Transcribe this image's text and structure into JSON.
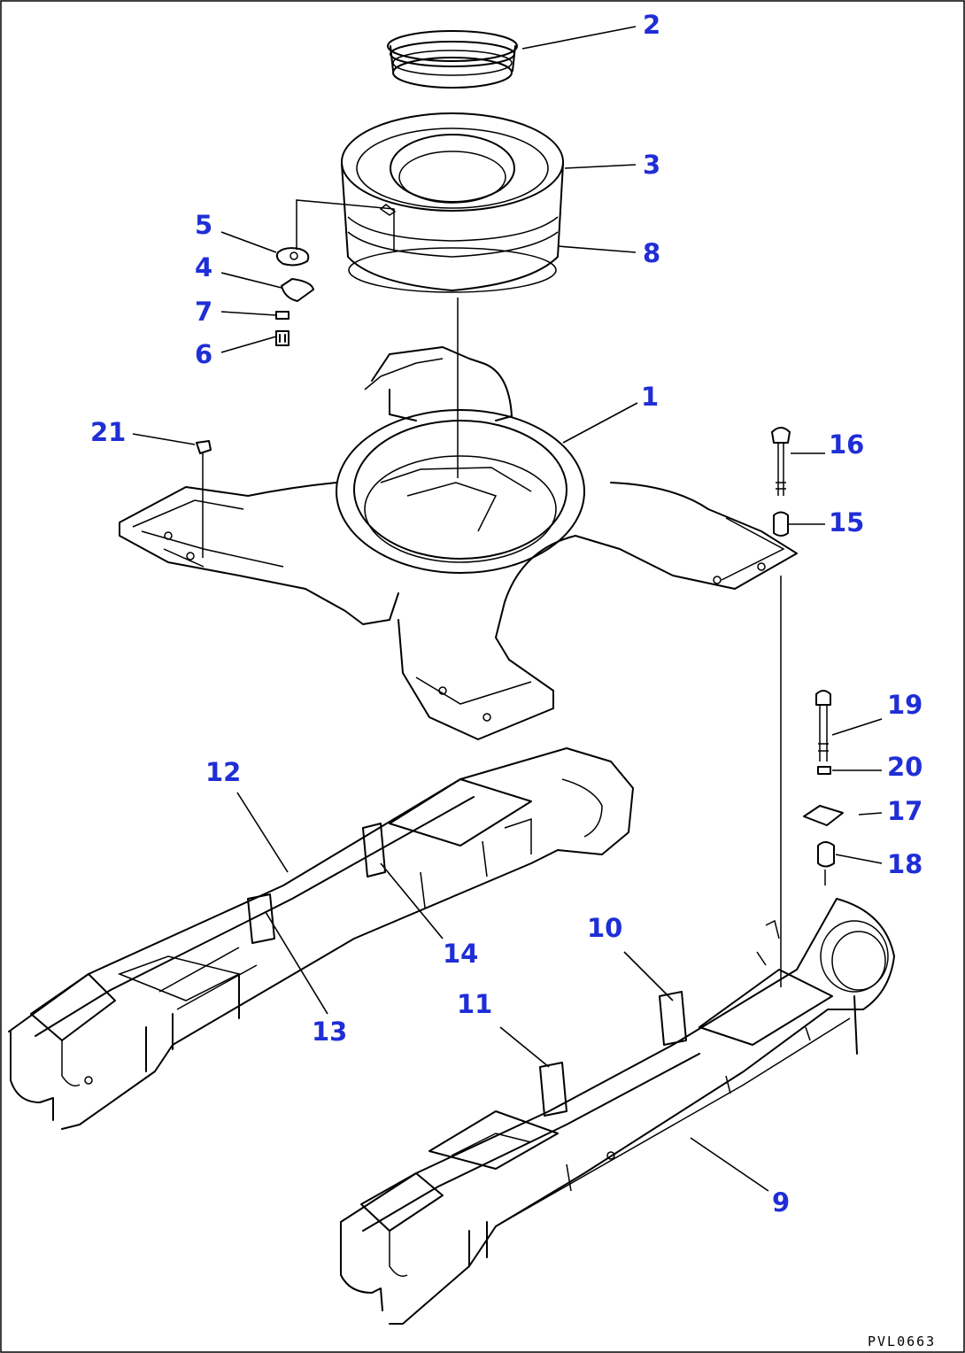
{
  "drawing_code": "PVL0663",
  "callouts": [
    {
      "id": "2",
      "text": "2"
    },
    {
      "id": "3",
      "text": "3"
    },
    {
      "id": "8",
      "text": "8"
    },
    {
      "id": "5",
      "text": "5"
    },
    {
      "id": "4",
      "text": "4"
    },
    {
      "id": "7",
      "text": "7"
    },
    {
      "id": "6",
      "text": "6"
    },
    {
      "id": "1",
      "text": "1"
    },
    {
      "id": "21",
      "text": "21"
    },
    {
      "id": "16",
      "text": "16"
    },
    {
      "id": "15",
      "text": "15"
    },
    {
      "id": "19",
      "text": "19"
    },
    {
      "id": "20",
      "text": "20"
    },
    {
      "id": "17",
      "text": "17"
    },
    {
      "id": "18",
      "text": "18"
    },
    {
      "id": "12",
      "text": "12"
    },
    {
      "id": "10",
      "text": "10"
    },
    {
      "id": "14",
      "text": "14"
    },
    {
      "id": "11",
      "text": "11"
    },
    {
      "id": "13",
      "text": "13"
    },
    {
      "id": "9",
      "text": "9"
    }
  ]
}
